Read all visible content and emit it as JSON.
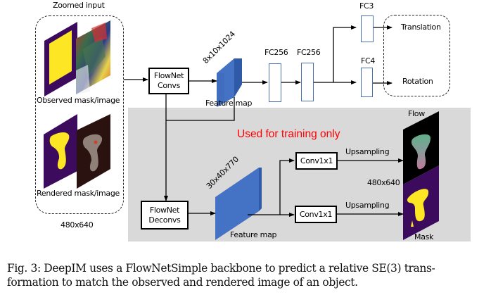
{
  "diagram": {
    "input_group": {
      "title": "Zoomed input",
      "observed_label": "Observed  mask/image",
      "rendered_label": "Rendered mask/image",
      "resolution": "480x640"
    },
    "flownet_convs": {
      "line1": "FlowNet",
      "line2": "Convs"
    },
    "flownet_deconvs": {
      "line1": "FlowNet",
      "line2": "Deconvs"
    },
    "feature_map_top": {
      "dims": "8x10x1024",
      "label": "Feature map"
    },
    "feature_map_bottom": {
      "dims": "30x40x770",
      "label": "Feature map"
    },
    "fc_layers": [
      {
        "label": "FC256"
      },
      {
        "label": "FC256"
      }
    ],
    "fc3": {
      "label": "FC3"
    },
    "fc4": {
      "label": "FC4"
    },
    "outputs": {
      "translation": "Translation",
      "rotation": "Rotation"
    },
    "training_note": "Used for training only",
    "conv_top": {
      "label": "Conv1x1",
      "edge_label": "Upsampling"
    },
    "conv_bottom": {
      "label": "Conv1x1",
      "edge_label": "Upsampling"
    },
    "flow_output": {
      "label": "Flow"
    },
    "mask_output": {
      "label": "Mask"
    },
    "output_resolution": "480x640",
    "colors": {
      "training_region": "#d9d9d9",
      "note_text": "#ff0000",
      "feature_map_blue": "#4472c4",
      "fc_border": "#4a6ea9",
      "mask_purple": "#3d0b5e",
      "mask_yellow": "#fde725"
    }
  },
  "caption": {
    "line1": "Fig. 3: DeepIM uses a FlowNetSimple backbone to predict a relative SE(3) trans-",
    "line2": "formation to match the observed and rendered image of an object."
  }
}
